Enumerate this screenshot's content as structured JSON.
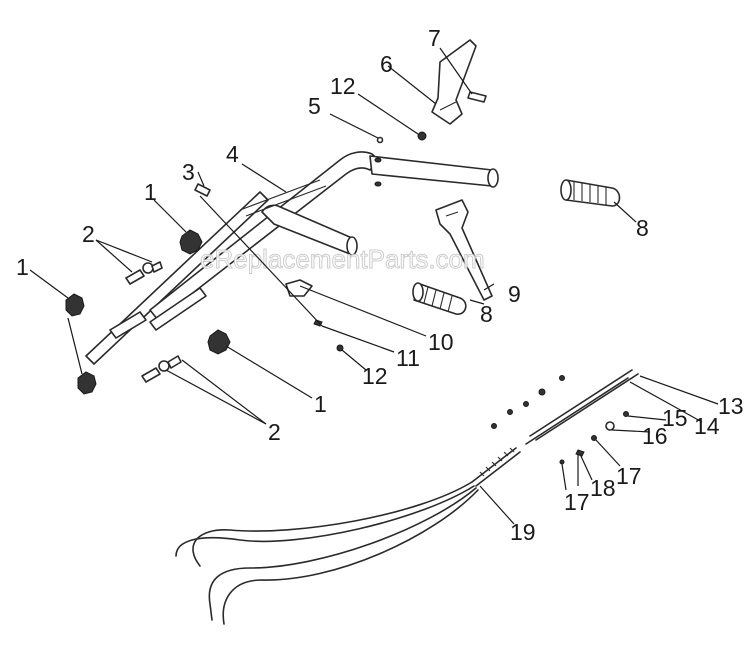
{
  "watermark": "eReplacementParts.com",
  "callouts": {
    "c1a": "1",
    "c1b": "1",
    "c1c": "1",
    "c2a": "2",
    "c2b": "2",
    "c3": "3",
    "c4": "4",
    "c5": "5",
    "c6": "6",
    "c7": "7",
    "c8a": "8",
    "c8b": "8",
    "c9": "9",
    "c10": "10",
    "c11": "11",
    "c12a": "12",
    "c12b": "12",
    "c13": "13",
    "c14": "14",
    "c15": "15",
    "c16": "16",
    "c17a": "17",
    "c17b": "17",
    "c18": "18",
    "c19": "19"
  }
}
